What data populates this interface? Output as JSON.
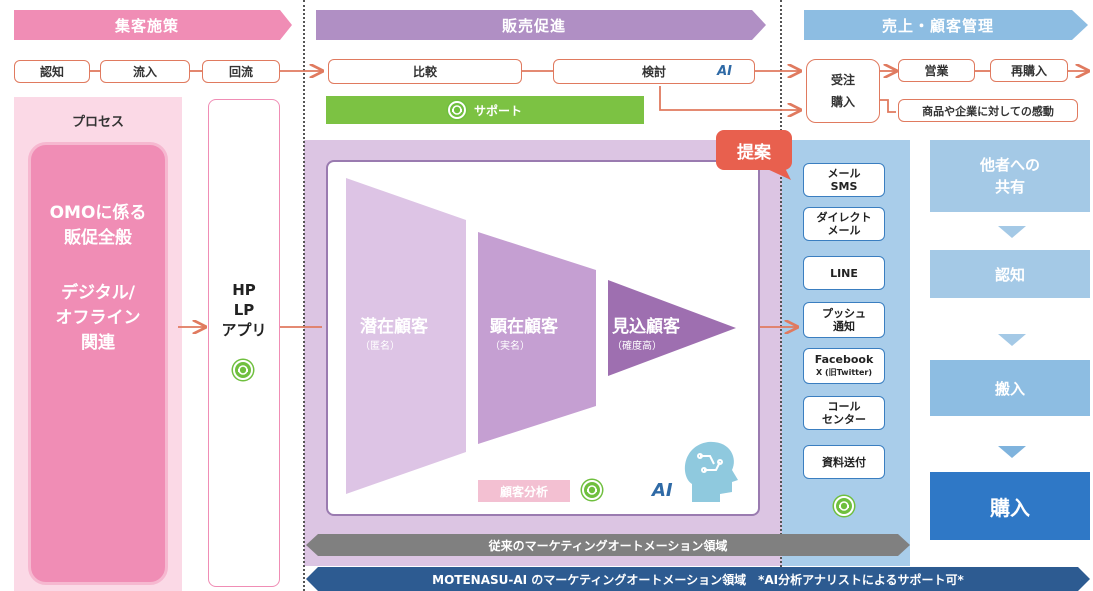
{
  "headers": {
    "attract": "集客施策",
    "promote": "販売促進",
    "sales": "売上・顧客管理"
  },
  "flow": {
    "awareness": "認知",
    "inflow": "流入",
    "circulation": "回流",
    "compare": "比較",
    "consider": "検討",
    "ai_badge": "AI",
    "order_purchase": "受注\n購入",
    "sales_visit": "営業",
    "repurchase": "再購入",
    "impression": "商品や企業に対しての感動"
  },
  "support_bar": "サポート",
  "process": {
    "title": "プロセス",
    "omo": "OMOに係る\n販促全般",
    "digital": "デジタル/\nオフライン\n関連"
  },
  "hp": "HP\nLP\nアプリ",
  "proposal": "提案",
  "funnel": [
    {
      "label": "潜在顧客",
      "sub": "（匿名）"
    },
    {
      "label": "顕在顧客",
      "sub": "（実名）"
    },
    {
      "label": "見込顧客",
      "sub": "（確度高）"
    }
  ],
  "customer_analysis": "顧客分析",
  "ai_label": "AI",
  "channels": [
    {
      "text": "メール\nSMS"
    },
    {
      "text": "ダイレクト\nメール"
    },
    {
      "text": "LINE"
    },
    {
      "text": "プッシュ\n通知"
    },
    {
      "text": "Facebook",
      "sub": "X (旧Twitter)"
    },
    {
      "text": "コール\nセンター"
    },
    {
      "text": "資料送付"
    }
  ],
  "right_column": {
    "share": "他者への\n共有",
    "awareness": "認知",
    "carry_in": "搬入",
    "purchase": "購入"
  },
  "bottom": {
    "traditional": "従来のマーケティングオートメーション領域",
    "motenasu": "MOTENASU-AI のマーケティングオートメーション領域　*AI分析アナリストによるサポート可*"
  },
  "colors": {
    "pink": "#f08db5",
    "purple": "#b08fc4",
    "blue": "#7fb3dd",
    "orange": "#e07a5f",
    "green": "#7cc243",
    "navy": "#2f6aa6"
  }
}
